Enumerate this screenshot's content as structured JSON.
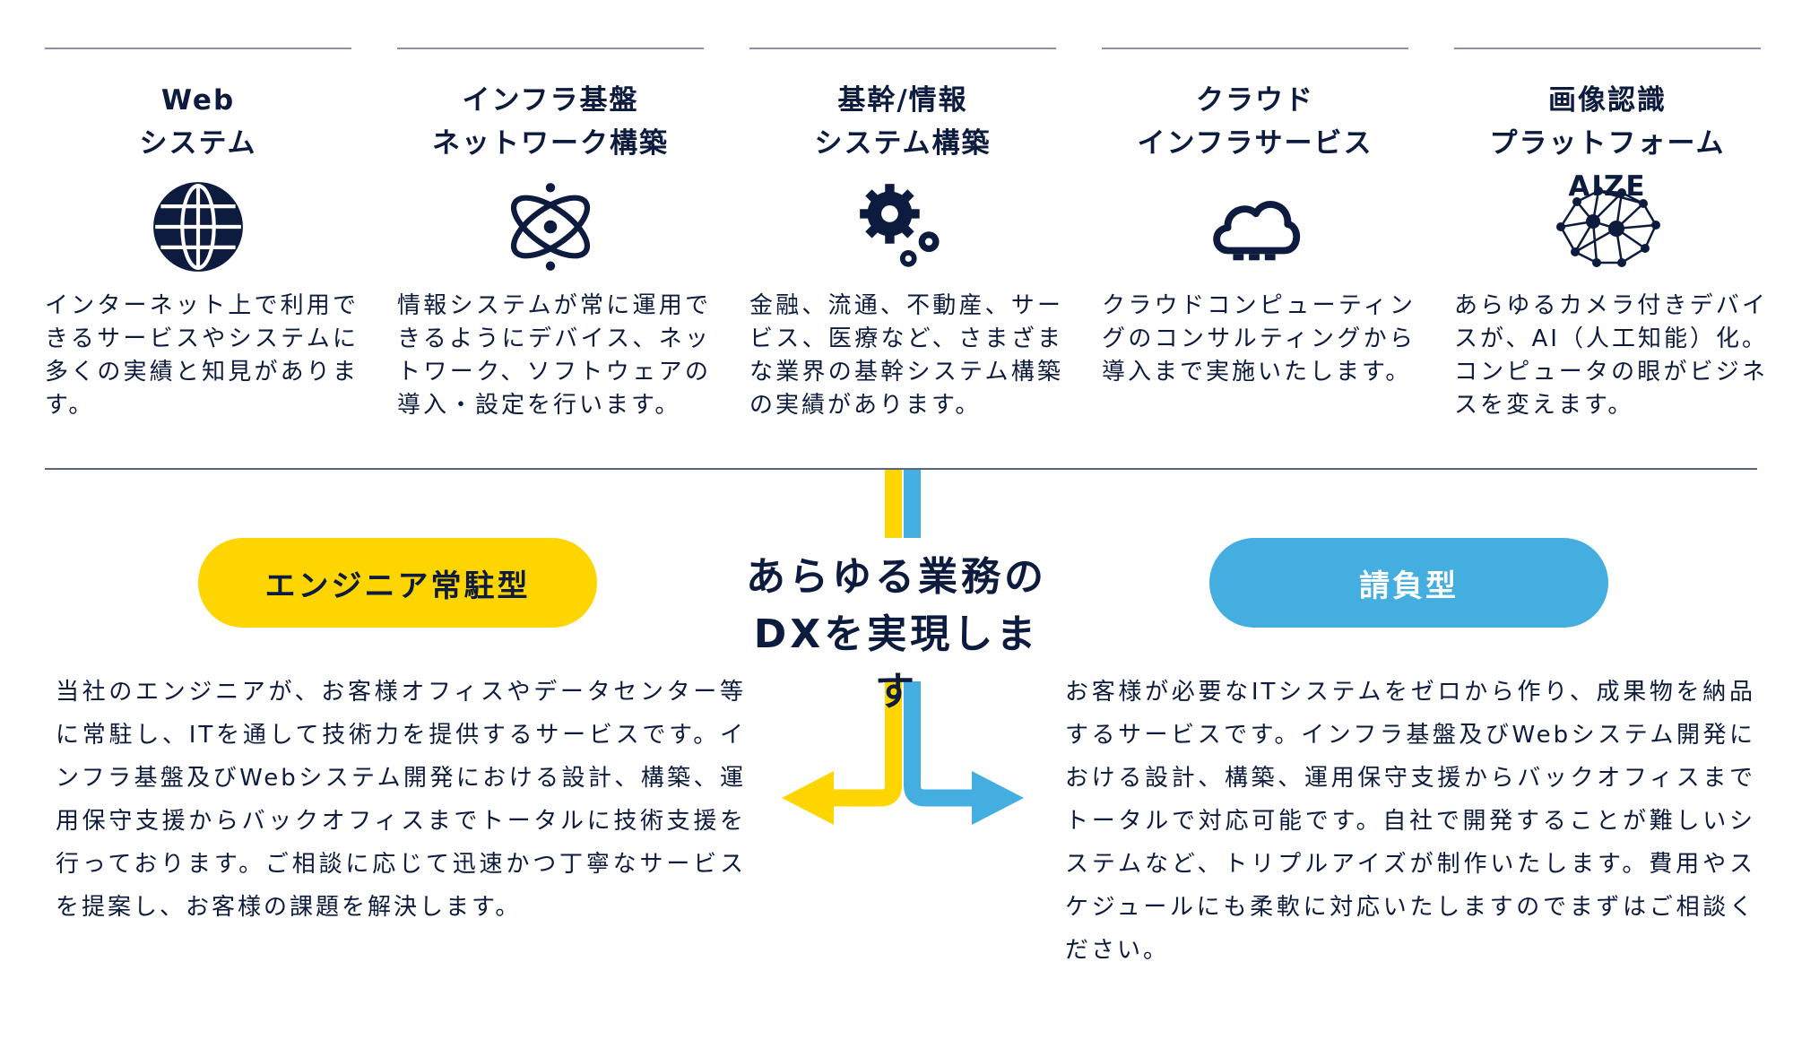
{
  "services": [
    {
      "title_line1": "Web",
      "title_line2": "システム",
      "icon": "globe-icon",
      "desc": "インターネット上で利用できるサービスやシステムに多くの実績と知見があります。"
    },
    {
      "title_line1": "インフラ基盤",
      "title_line2": "ネットワーク構築",
      "icon": "atom-icon",
      "desc": "情報システムが常に運用できるようにデバイス、ネットワーク、ソフトウェアの導入・設定を行います。"
    },
    {
      "title_line1": "基幹/情報",
      "title_line2": "システム構築",
      "icon": "gears-icon",
      "desc": "金融、流通、不動産、サービス、医療など、さまざまな業界の基幹システム構築の実績があります。"
    },
    {
      "title_line1": "クラウド",
      "title_line2": "インフラサービス",
      "icon": "cloud-icon",
      "desc": "クラウドコンピューティングのコンサルティングから導入まで実施いたします。"
    },
    {
      "title_line1": "画像認識",
      "title_line2": "プラットフォームAIZE",
      "icon": "neural-network-icon",
      "desc": "あらゆるカメラ付きデバイスが、AI（人工知能）化。コンピュータの眼がビジネスを変えます。"
    }
  ],
  "center": {
    "line1": "あらゆる業務の",
    "line2": "DXを実現します"
  },
  "left": {
    "label": "エンジニア常駐型",
    "text": "当社のエンジニアが、お客様オフィスやデータセンター等に常駐し、ITを通して技術力を提供するサービスです。インフラ基盤及びWebシステム開発における設計、構築、運用保守支援からバックオフィスまでトータルに技術支援を行っております。ご相談に応じて迅速かつ丁寧なサービスを提案し、お客様の課題を解決します。"
  },
  "right": {
    "label": "請負型",
    "text": "お客様が必要なITシステムをゼロから作り、成果物を納品するサービスです。インフラ基盤及びWebシステム開発における設計、構築、運用保守支援からバックオフィスまでトータルで対応可能です。自社で開発することが難しいシステムなど、トリプルアイズが制作いたします。費用やスケジュールにも柔軟に対応いたしますのでまずはご相談ください。"
  },
  "colors": {
    "navy": "#0d1b3e",
    "yellow": "#ffd500",
    "blue": "#45aee0"
  }
}
